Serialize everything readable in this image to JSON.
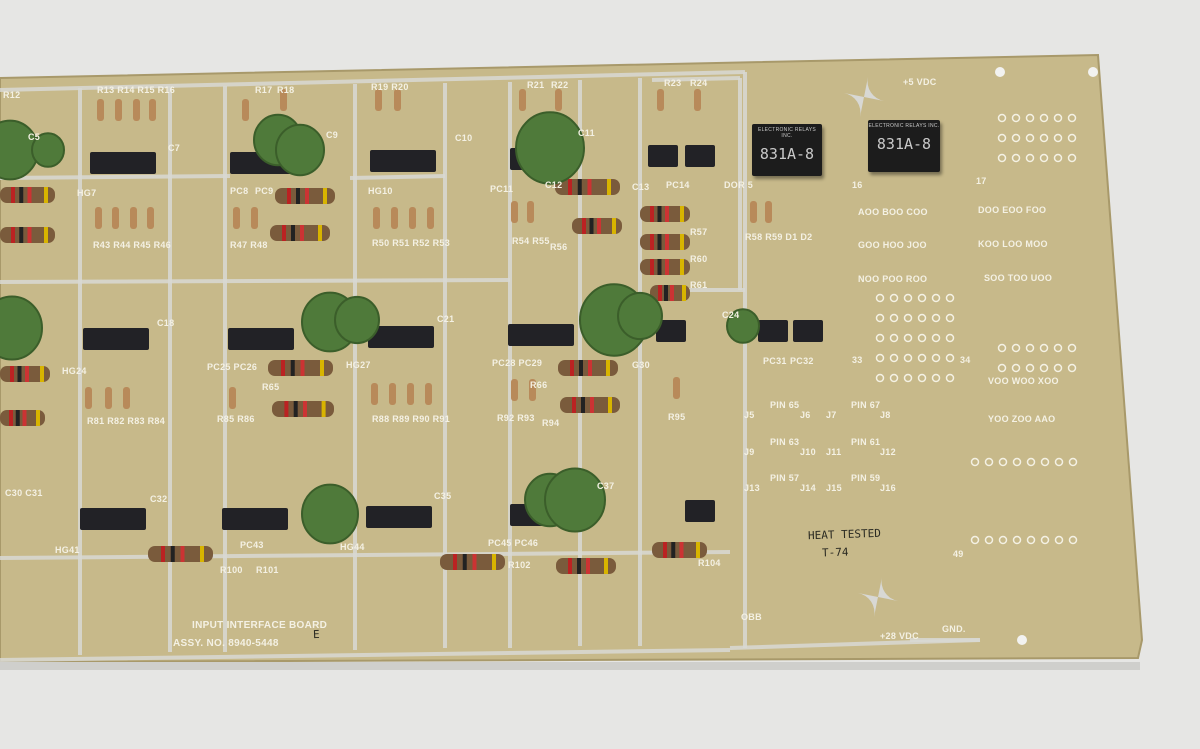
{
  "board": {
    "title": "INPUT INTERFACE BOARD",
    "assembly": "ASSY. NO. 8940-5448",
    "revision_mark": "E",
    "power_plus5": "+5 VDC",
    "power_plus28": "+28 VDC",
    "ground": "GND.",
    "handwritten_line1": "HEAT TESTED",
    "handwritten_line2": "T-74",
    "relays": [
      {
        "brand": "ELECTRONIC RELAYS INC.",
        "part": "831A-8"
      },
      {
        "brand": "ELECTRONIC RELAYS INC.",
        "part": "831A-8"
      }
    ],
    "labels": [
      "R12",
      "R13 R14 R15 R16",
      "R17",
      "R18",
      "R19 R20",
      "R21",
      "R22",
      "R23",
      "R24",
      "C5",
      "C7",
      "C9",
      "C10",
      "C11",
      "C12",
      "C13",
      "PC14",
      "HG7",
      "PC8",
      "PC9",
      "HG10",
      "PC11",
      "DOR 5",
      "16",
      "17",
      "R43 R44 R45 R46",
      "R47 R48",
      "R50 R51 R52 R53",
      "R54 R55",
      "R56",
      "R57",
      "R58 R59 D1 D2",
      "R60",
      "R61",
      "AOO  BOO  COO",
      "DOO  EOO  FOO",
      "GOO  HOO  JOO",
      "KOO  LOO  MOO",
      "NOO  POO  ROO",
      "SOO  TOO  UOO",
      "C18",
      "C21",
      "C24",
      "HG24",
      "PC25 PC26",
      "HG27",
      "PC28 PC29",
      "G30",
      "PC31",
      "PC32",
      "33",
      "34",
      "VOO  WOO  XOO",
      "YOO  ZOO AAO",
      "R65",
      "R66",
      "R85 R86",
      "R88 R89 R90 R91",
      "R92 R93",
      "R94",
      "R95",
      "J5",
      "J6",
      "J7",
      "J8",
      "J9",
      "J10",
      "J11",
      "J12",
      "J13",
      "J14",
      "J15",
      "J16",
      "PIN 65",
      "PIN 67",
      "PIN 63",
      "PIN 61",
      "PIN 57",
      "PIN 59",
      "C30 C31",
      "C32",
      "C35",
      "C37",
      "HG41",
      "PC43",
      "HG44",
      "PC45 PC46",
      "R100",
      "R101",
      "R102",
      "R104",
      "R81 R82 R83 R84",
      "49",
      "OBB"
    ]
  },
  "colors": {
    "background": "#e6e6e4",
    "board": "#c7b98a",
    "trace": "#d9d9d4",
    "capacitor": "#4f7a3a",
    "ic": "#222226",
    "relay": "#1c1c1c",
    "silkscreen": "#f4f1e4"
  }
}
